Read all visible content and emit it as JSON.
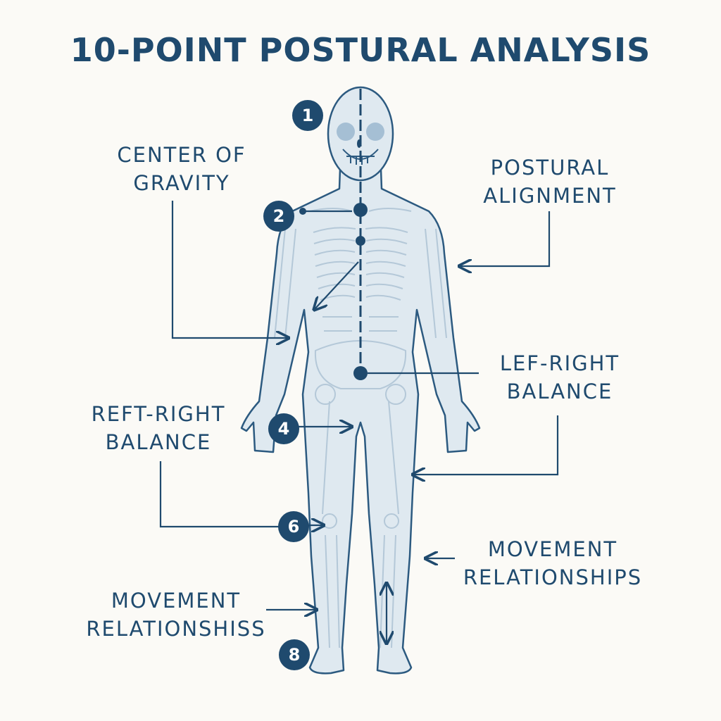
{
  "title": "10-POINT POSTURAL ANALYSIS",
  "labels": {
    "center_of_gravity": [
      "CENTER OF",
      "GRAVITY"
    ],
    "postural_alignment": [
      "POSTURAL",
      "ALIGNMENT"
    ],
    "lef_right_balance": [
      "LEF-RIGHT",
      "BALANCE"
    ],
    "reft_right_balance": [
      "REFT-RIGHT",
      "BALANCE"
    ],
    "movement_relationships_right": [
      "MOVEMENT",
      "RELATIONSHIPS"
    ],
    "movement_relationships_left": [
      "MOVEMENT",
      "RELATIONSHISS"
    ]
  },
  "markers": [
    "1",
    "2",
    "4",
    "6",
    "8"
  ],
  "colors": {
    "ink": "#1f4a6e",
    "body_fill": "#dfe9f0",
    "bone": "#b4c8d8",
    "background": "#fbfaf6"
  }
}
